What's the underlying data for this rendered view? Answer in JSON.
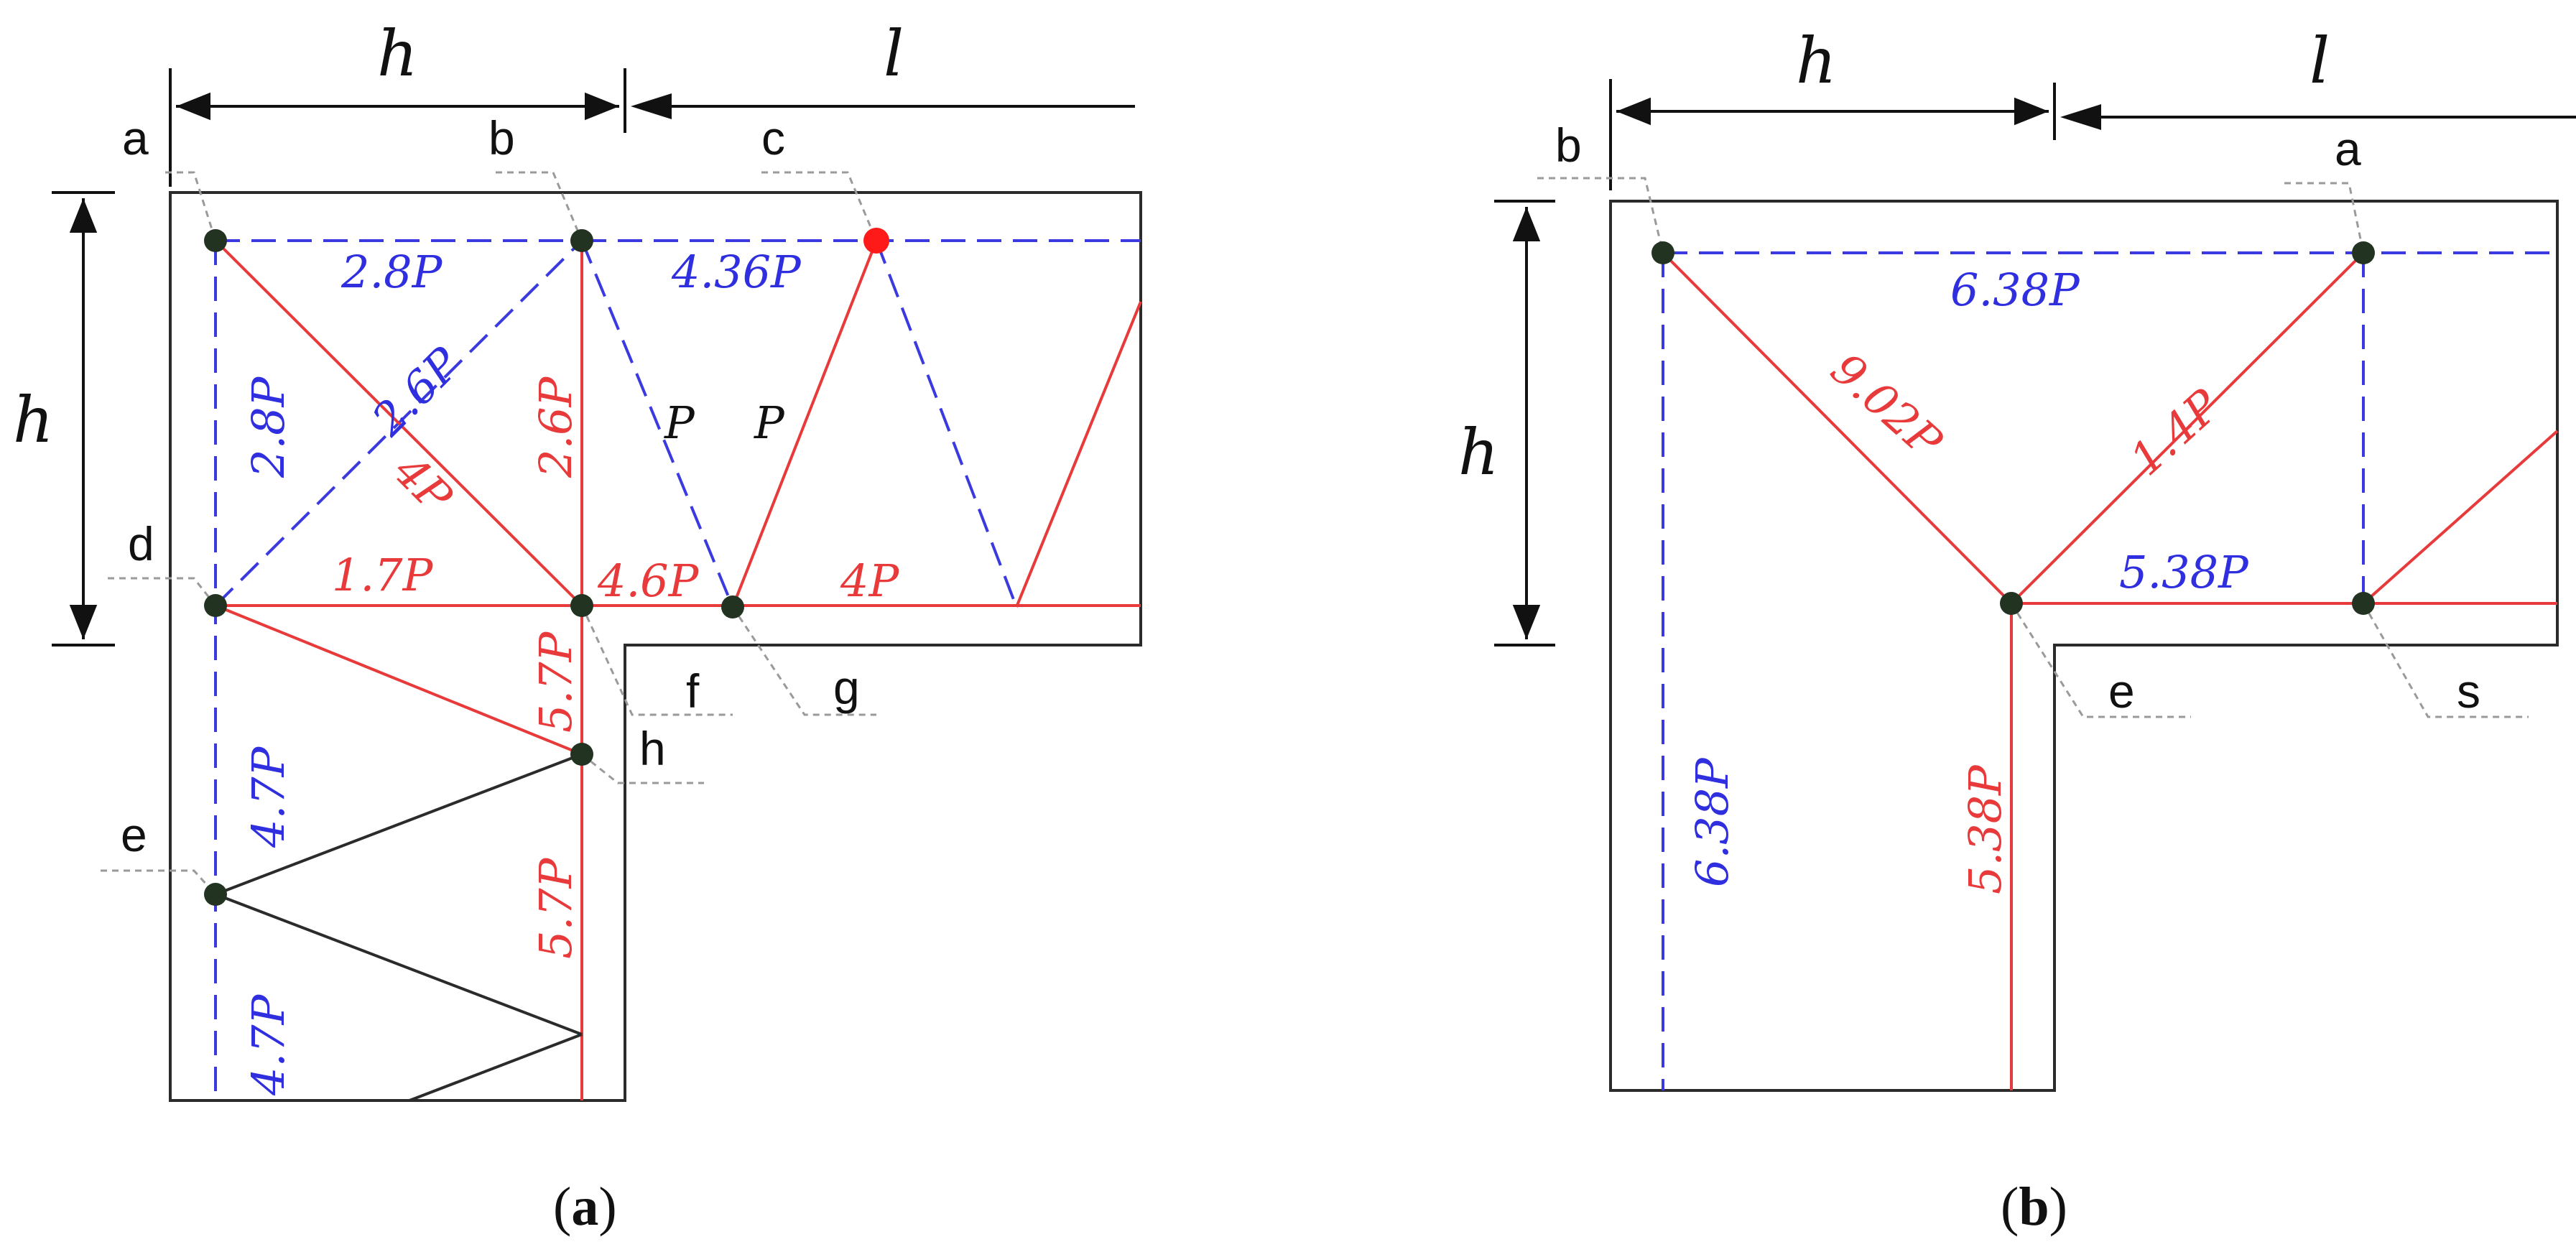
{
  "dimensions": {
    "h": "h",
    "l": "l"
  },
  "panel_a": {
    "caption_open": "(",
    "caption_letter": "a",
    "caption_close": ")",
    "nodes": [
      "a",
      "b",
      "c",
      "d",
      "f",
      "g",
      "h",
      "e"
    ],
    "forces": {
      "ab": "2.8P",
      "bc": "4.36P",
      "diag_strut": "2.6P",
      "ad": "2.8P",
      "diag_tie": "4P",
      "bf": "2.6P",
      "b_down": "P",
      "c_down": "P",
      "df": "1.7P",
      "f_label": "4.6P",
      "g_right": "4P",
      "fh": "5.7P",
      "de": "4.7P",
      "e_down": "4.7P",
      "h_down": "5.7P"
    },
    "colors": {
      "tie": "#e83a3a",
      "strut": "#3a3ae0",
      "node": "#223322",
      "highlight_node": "#ff1a1a"
    }
  },
  "panel_b": {
    "caption_open": "(",
    "caption_letter": "b",
    "caption_close": ")",
    "nodes": [
      "b",
      "a",
      "e",
      "s"
    ],
    "forces": {
      "ba": "6.38P",
      "be": "9.02P",
      "ea": "1.4P",
      "es": "5.38P",
      "b_down": "6.38P",
      "e_down": "5.38P"
    }
  }
}
